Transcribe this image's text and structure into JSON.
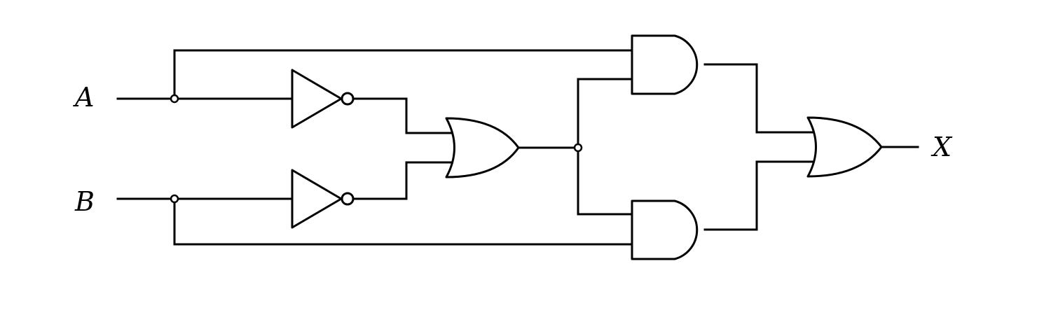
{
  "inputs": {
    "a_label": "A",
    "b_label": "B"
  },
  "output": {
    "x_label": "X"
  },
  "gates": [
    {
      "id": "not-a",
      "type": "NOT"
    },
    {
      "id": "not-b",
      "type": "NOT"
    },
    {
      "id": "or-middle",
      "type": "OR"
    },
    {
      "id": "and-top",
      "type": "AND"
    },
    {
      "id": "and-bottom",
      "type": "AND"
    },
    {
      "id": "or-final",
      "type": "OR"
    }
  ]
}
